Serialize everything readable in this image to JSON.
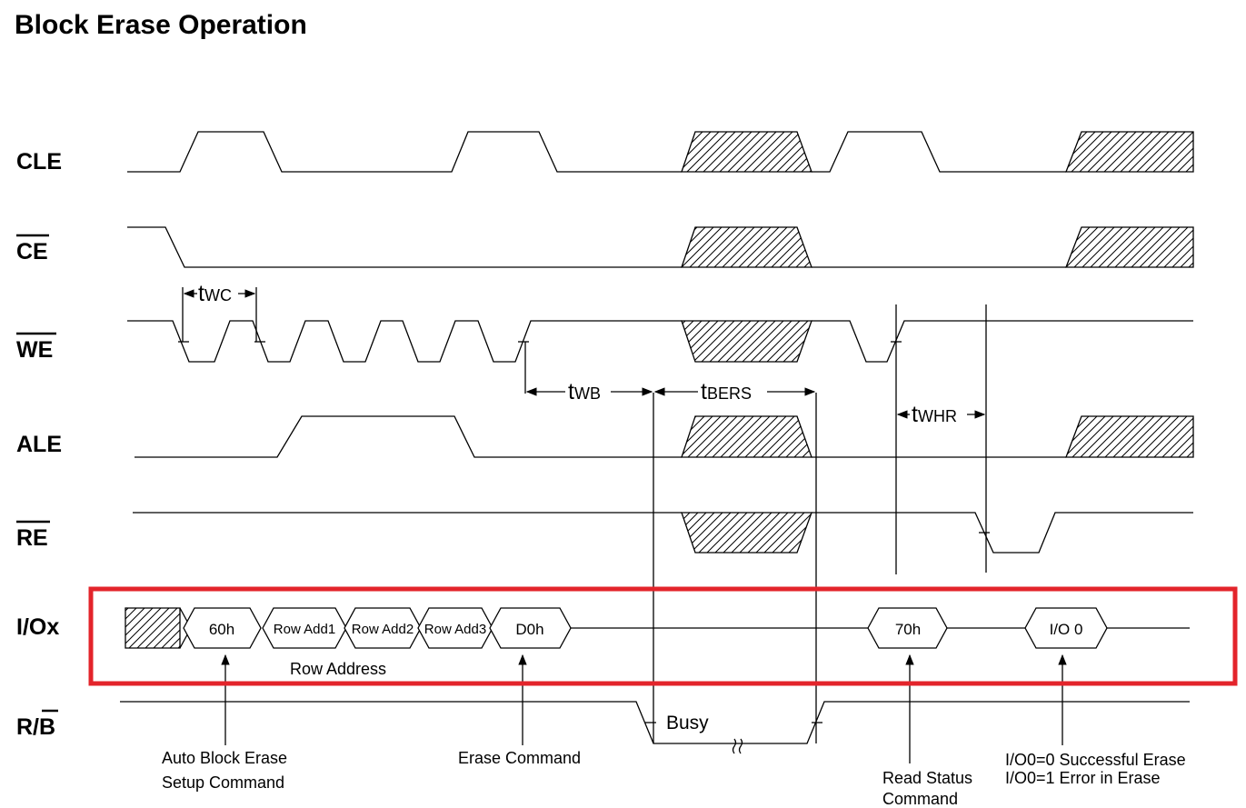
{
  "title": "Block Erase Operation",
  "signals": {
    "cle": "CLE",
    "ce": "CE",
    "we": "WE",
    "ale": "ALE",
    "re": "RE",
    "io": "I/Ox",
    "rb_r": "R/",
    "rb_b": "B"
  },
  "timing": {
    "twc": {
      "t": "t",
      "sub": "WC"
    },
    "twb": {
      "t": "t",
      "sub": "WB"
    },
    "tbers": {
      "t": "t",
      "sub": "BERS"
    },
    "twhr": {
      "t": "t",
      "sub": "WHR"
    }
  },
  "io_bus": {
    "cmd1": "60h",
    "row1": "Row Add1",
    "row2": "Row Add2",
    "row3": "Row Add3",
    "cmd2": "D0h",
    "cmd3": "70h",
    "status": "I/O 0",
    "row_address": "Row Address"
  },
  "busy": "Busy",
  "annotations": {
    "auto_block_erase_1": "Auto Block Erase",
    "auto_block_erase_2": "Setup Command",
    "erase_command": "Erase Command",
    "read_status_1": "Read Status",
    "read_status_2": "Command",
    "io0_success": "I/O0=0 Successful Erase",
    "io0_error": "I/O0=1 Error in Erase"
  },
  "colors": {
    "highlight": "#e3242b",
    "line": "#000000"
  }
}
